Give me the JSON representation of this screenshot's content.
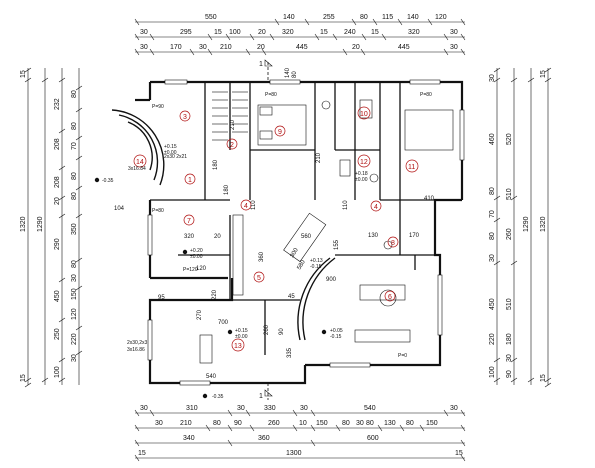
{
  "dims_top": {
    "row1": [
      "550",
      "140",
      "255",
      "80",
      "115",
      "140",
      "120"
    ],
    "row2": [
      "30",
      "295",
      "15",
      "100",
      "20",
      "320",
      "15",
      "240",
      "15",
      "320",
      "30"
    ],
    "row3": [
      "30",
      "170",
      "30",
      "210",
      "20",
      "445",
      "20",
      "445",
      "30"
    ]
  },
  "dims_bottom": {
    "row1": [
      "30",
      "310",
      "30",
      "330",
      "30",
      "540",
      "30"
    ],
    "row2": [
      "30",
      "210",
      "80",
      "90",
      "260",
      "10",
      "150",
      "80",
      "30",
      "80",
      "130",
      "80",
      "150"
    ],
    "row3": [
      "340",
      "360",
      "600"
    ],
    "total": "1300",
    "edge": [
      "15",
      "15"
    ]
  },
  "dims_left": {
    "outer": [
      "15",
      "1320",
      "15"
    ],
    "mid": [
      "1290"
    ],
    "col": [
      "232",
      "208",
      "208",
      "20",
      "350",
      "290",
      "450",
      "150",
      "250",
      "100"
    ],
    "inner": [
      "80",
      "80",
      "70",
      "80",
      "80",
      "80",
      "30",
      "120",
      "220",
      "30"
    ]
  },
  "dims_right": {
    "outer": [
      "15",
      "1320",
      "15"
    ],
    "mid": [
      "1290"
    ],
    "col": [
      "460",
      "520",
      "260",
      "450",
      "510",
      "100"
    ],
    "inner": [
      "30",
      "80",
      "70",
      "80",
      "30",
      "510",
      "220",
      "30",
      "180",
      "90"
    ]
  },
  "interior_dims": [
    "300",
    "580",
    "180",
    "110",
    "110",
    "320",
    "20",
    "560",
    "360",
    "155",
    "700",
    "270",
    "260",
    "90",
    "900",
    "335",
    "540",
    "140",
    "80",
    "210",
    "180",
    "210",
    "104",
    "95",
    "120",
    "170",
    "130",
    "410",
    "220",
    "45"
  ],
  "rooms": [
    "1",
    "2",
    "3",
    "4",
    "5",
    "6",
    "7",
    "8",
    "9",
    "10",
    "11",
    "12",
    "13",
    "14",
    "4"
  ],
  "levels": [
    "+0.20",
    "±0.00",
    "+0.15",
    "±0.00",
    "+0.05",
    "-0.15",
    "-0.35",
    "+0.15",
    "±0.00",
    "-0.35",
    "+0.18",
    "±0.00",
    "+0.13",
    "-0.15"
  ],
  "section_marks": [
    "1",
    "1"
  ],
  "parapets": [
    "P=90",
    "P=80",
    "P=80",
    "P=120",
    "P=0",
    "P=80"
  ],
  "window_notes": [
    "2x30 2x21",
    "3x16.84",
    "2x30,2x3",
    "3x16.86"
  ]
}
